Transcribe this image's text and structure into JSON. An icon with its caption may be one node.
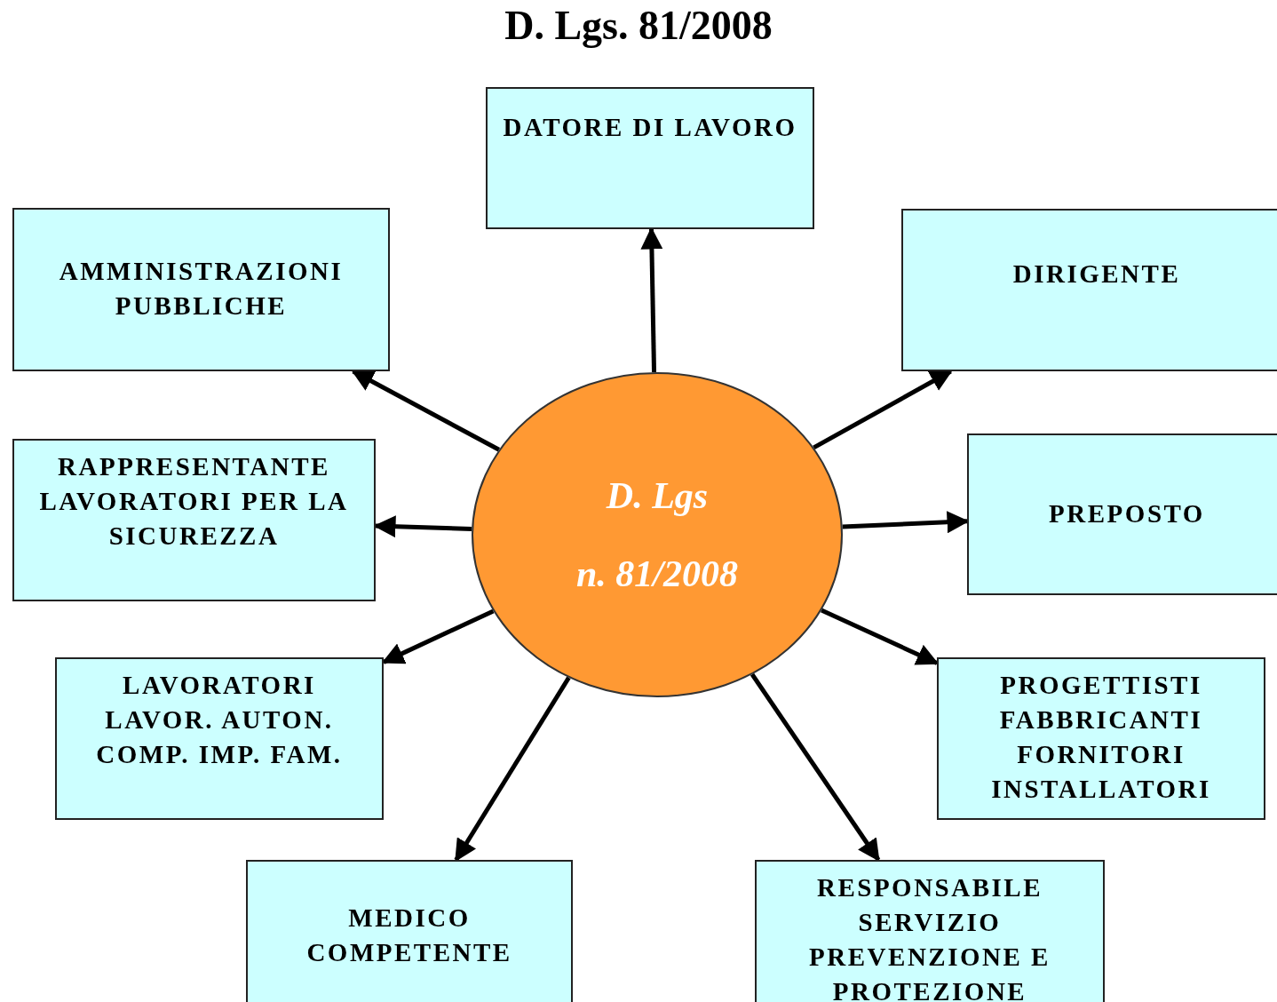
{
  "diagram": {
    "title": "D. Lgs. 81/2008",
    "nodes": [
      {
        "text": [
          "D. Lgs",
          "n. 81/2008"
        ]
      },
      {
        "text": [
          "DATORE DI LAVORO"
        ]
      },
      {
        "text": [
          "DIRIGENTE"
        ]
      },
      {
        "text": [
          "PREPOSTO"
        ]
      },
      {
        "text": [
          "PROGETTISTI FABBRICANTI FORNITORI INSTALLATORI"
        ]
      },
      {
        "text": [
          "RESPONSABILE SERVIZIO PREVENZIONE E PROTEZIONE"
        ]
      },
      {
        "text": [
          "MEDICO COMPETENTE"
        ]
      },
      {
        "text": [
          "LAVORATORI LAVOR. AUTON. COMP. IMP. FAM."
        ]
      },
      {
        "text": [
          "RAPPRESENTANTE LAVORATORI PER LA SICUREZZA"
        ]
      },
      {
        "text": [
          "AMMINISTRAZIONI PUBBLICHE"
        ]
      }
    ],
    "edges": [
      {
        "from": 0,
        "to": 1,
        "arrow": "to"
      },
      {
        "from": 0,
        "to": 2,
        "arrow": "to"
      },
      {
        "from": 0,
        "to": 3,
        "arrow": "to"
      },
      {
        "from": 0,
        "to": 4,
        "arrow": "to"
      },
      {
        "from": 0,
        "to": 5,
        "arrow": "to"
      },
      {
        "from": 0,
        "to": 6,
        "arrow": "to"
      },
      {
        "from": 0,
        "to": 7,
        "arrow": "to"
      },
      {
        "from": 0,
        "to": 8,
        "arrow": "to"
      },
      {
        "from": 0,
        "to": 9,
        "arrow": "to"
      }
    ]
  }
}
